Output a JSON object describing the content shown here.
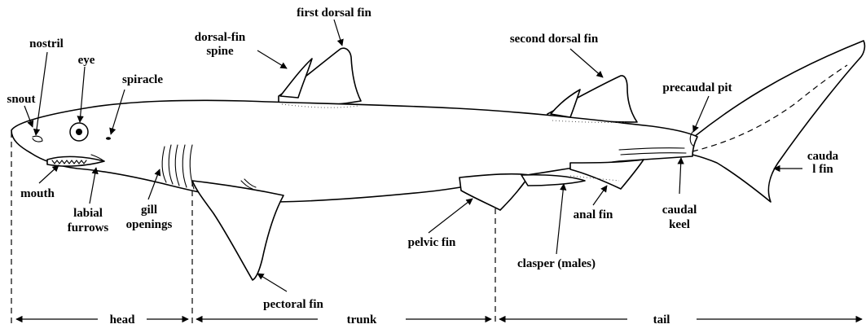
{
  "labels": {
    "first_dorsal_fin": "first dorsal fin",
    "second_dorsal_fin": "second dorsal fin",
    "nostril": "nostril",
    "eye": "eye",
    "spiracle": "spiracle",
    "dorsal_fin_spine_1": "dorsal-fin",
    "dorsal_fin_spine_2": "spine",
    "snout": "snout",
    "precaudal_pit": "precaudal pit",
    "caudal_fin_1": "cauda",
    "caudal_fin_2": "l fin",
    "mouth": "mouth",
    "labial_furrows_1": "labial",
    "labial_furrows_2": "furrows",
    "gill_openings_1": "gill",
    "gill_openings_2": "openings",
    "pelvic_fin": "pelvic fin",
    "anal_fin": "anal fin",
    "caudal_keel_1": "caudal",
    "caudal_keel_2": "keel",
    "clasper": "clasper (males)",
    "pectoral_fin": "pectoral fin"
  },
  "regions": {
    "head": "head",
    "trunk": "trunk",
    "tail": "tail"
  }
}
